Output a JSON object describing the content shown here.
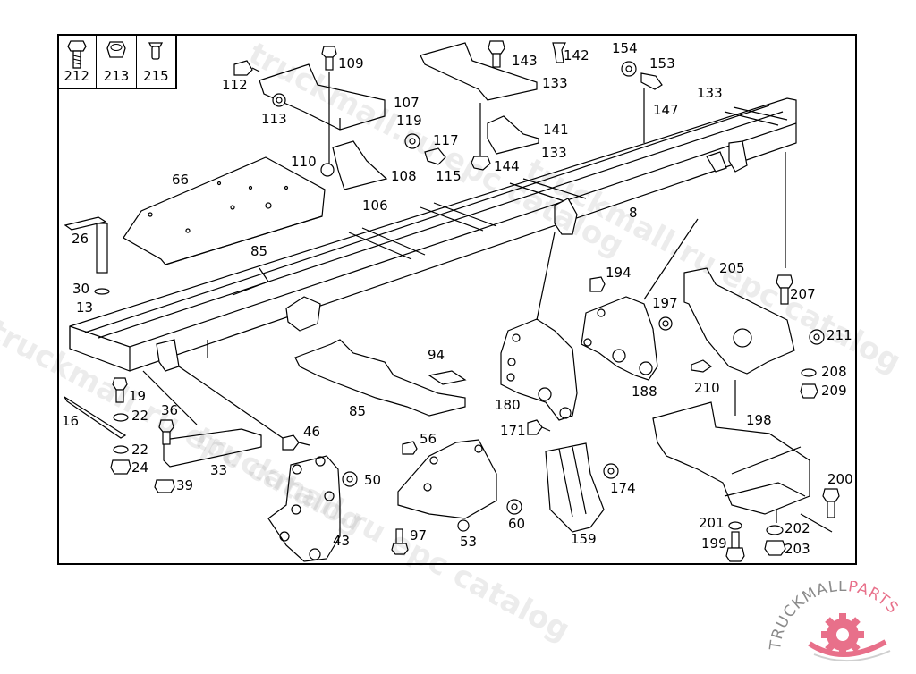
{
  "diagram": {
    "title": "Frame and mounting parts exploded view",
    "legend": [
      {
        "part": "212",
        "icon": "bolt-icon"
      },
      {
        "part": "213",
        "icon": "nut-icon"
      },
      {
        "part": "215",
        "icon": "rivet-icon"
      }
    ],
    "callouts": [
      {
        "id": "c112",
        "text": "112"
      },
      {
        "id": "c109",
        "text": "109"
      },
      {
        "id": "c113",
        "text": "113"
      },
      {
        "id": "c107",
        "text": "107"
      },
      {
        "id": "c119",
        "text": "119"
      },
      {
        "id": "c110",
        "text": "110"
      },
      {
        "id": "c108",
        "text": "108"
      },
      {
        "id": "c117",
        "text": "117"
      },
      {
        "id": "c143",
        "text": "143"
      },
      {
        "id": "c142",
        "text": "142"
      },
      {
        "id": "c133a",
        "text": "133"
      },
      {
        "id": "c141",
        "text": "141"
      },
      {
        "id": "c144",
        "text": "144"
      },
      {
        "id": "c133b",
        "text": "133"
      },
      {
        "id": "c115",
        "text": "115"
      },
      {
        "id": "c154",
        "text": "154"
      },
      {
        "id": "c153",
        "text": "153"
      },
      {
        "id": "c133c",
        "text": "133"
      },
      {
        "id": "c147",
        "text": "147"
      },
      {
        "id": "c66",
        "text": "66"
      },
      {
        "id": "c106",
        "text": "106"
      },
      {
        "id": "c8",
        "text": "8"
      },
      {
        "id": "c26",
        "text": "26"
      },
      {
        "id": "c85a",
        "text": "85"
      },
      {
        "id": "c30",
        "text": "30"
      },
      {
        "id": "c13",
        "text": "13"
      },
      {
        "id": "c194",
        "text": "194"
      },
      {
        "id": "c205",
        "text": "205"
      },
      {
        "id": "c207",
        "text": "207"
      },
      {
        "id": "c197",
        "text": "197"
      },
      {
        "id": "c211",
        "text": "211"
      },
      {
        "id": "c94",
        "text": "94"
      },
      {
        "id": "c208",
        "text": "208"
      },
      {
        "id": "c210",
        "text": "210"
      },
      {
        "id": "c209",
        "text": "209"
      },
      {
        "id": "c19",
        "text": "19"
      },
      {
        "id": "c180",
        "text": "180"
      },
      {
        "id": "c188",
        "text": "188"
      },
      {
        "id": "c16",
        "text": "16"
      },
      {
        "id": "c22a",
        "text": "22"
      },
      {
        "id": "c36",
        "text": "36"
      },
      {
        "id": "c85b",
        "text": "85"
      },
      {
        "id": "c198",
        "text": "198"
      },
      {
        "id": "c171",
        "text": "171"
      },
      {
        "id": "c46",
        "text": "46"
      },
      {
        "id": "c22b",
        "text": "22"
      },
      {
        "id": "c56",
        "text": "56"
      },
      {
        "id": "c24",
        "text": "24"
      },
      {
        "id": "c33",
        "text": "33"
      },
      {
        "id": "c50",
        "text": "50"
      },
      {
        "id": "c174",
        "text": "174"
      },
      {
        "id": "c200",
        "text": "200"
      },
      {
        "id": "c39",
        "text": "39"
      },
      {
        "id": "c60",
        "text": "60"
      },
      {
        "id": "c201",
        "text": "201"
      },
      {
        "id": "c202",
        "text": "202"
      },
      {
        "id": "c97",
        "text": "97"
      },
      {
        "id": "c53",
        "text": "53"
      },
      {
        "id": "c159",
        "text": "159"
      },
      {
        "id": "c43",
        "text": "43"
      },
      {
        "id": "c199",
        "text": "199"
      },
      {
        "id": "c203",
        "text": "203"
      }
    ],
    "watermarks": [
      "truckmall.ru epc catalog",
      "truckmall.ru epc catalog",
      "truckmall.ru epc catalog",
      "truckmall.ru epc catalog"
    ]
  },
  "logo": {
    "text_main": "TRUCKMALL",
    "text_accent": "PARTS",
    "accent_color": "#e8708a",
    "text_color": "#8a8a8a"
  }
}
